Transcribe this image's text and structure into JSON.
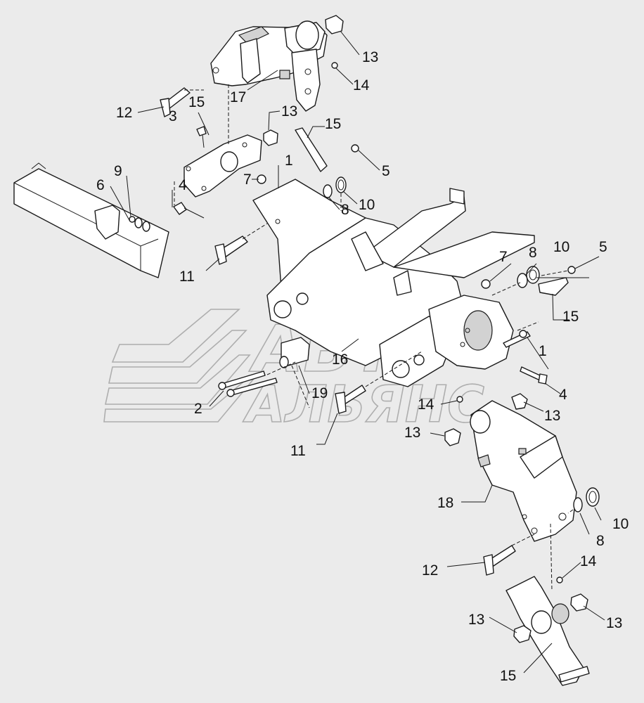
{
  "watermark": {
    "line1": "АВТО",
    "line2": "АЛЬЯНС",
    "logo_icon": "wing-chevrons-logo"
  },
  "callouts": [
    "1",
    "2",
    "3",
    "4",
    "5",
    "6",
    "7",
    "8",
    "9",
    "10",
    "11",
    "12",
    "13",
    "14",
    "15",
    "16",
    "17",
    "18",
    "19"
  ],
  "colors": {
    "background": "#ebebeb",
    "line": "#1a1a1a",
    "watermark": "#9a9a9a"
  }
}
